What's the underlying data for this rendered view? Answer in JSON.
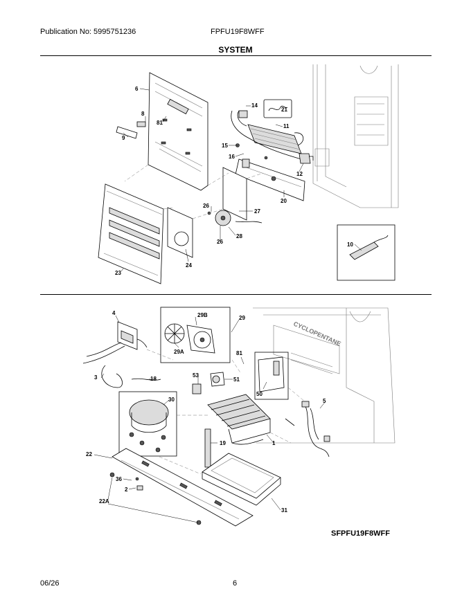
{
  "header": {
    "publication": "Publication No: 5995751236",
    "model": "FPFU19F8WFF",
    "section_title": "SYSTEM"
  },
  "footer": {
    "date": "06/26",
    "page": "6"
  },
  "diagram": {
    "model_label": "SFPFU19F8WFF",
    "watermark_text": "CYCLOPENTANE",
    "callouts_top": [
      "6",
      "8",
      "81",
      "9",
      "14",
      "21",
      "11",
      "15",
      "16",
      "12",
      "20",
      "26",
      "27",
      "28",
      "26",
      "24",
      "23",
      "10"
    ],
    "callouts_bottom": [
      "4",
      "29B",
      "29",
      "29A",
      "81",
      "3",
      "18",
      "53",
      "51",
      "50",
      "30",
      "5",
      "19",
      "1",
      "22",
      "36",
      "2",
      "22A",
      "31"
    ]
  }
}
